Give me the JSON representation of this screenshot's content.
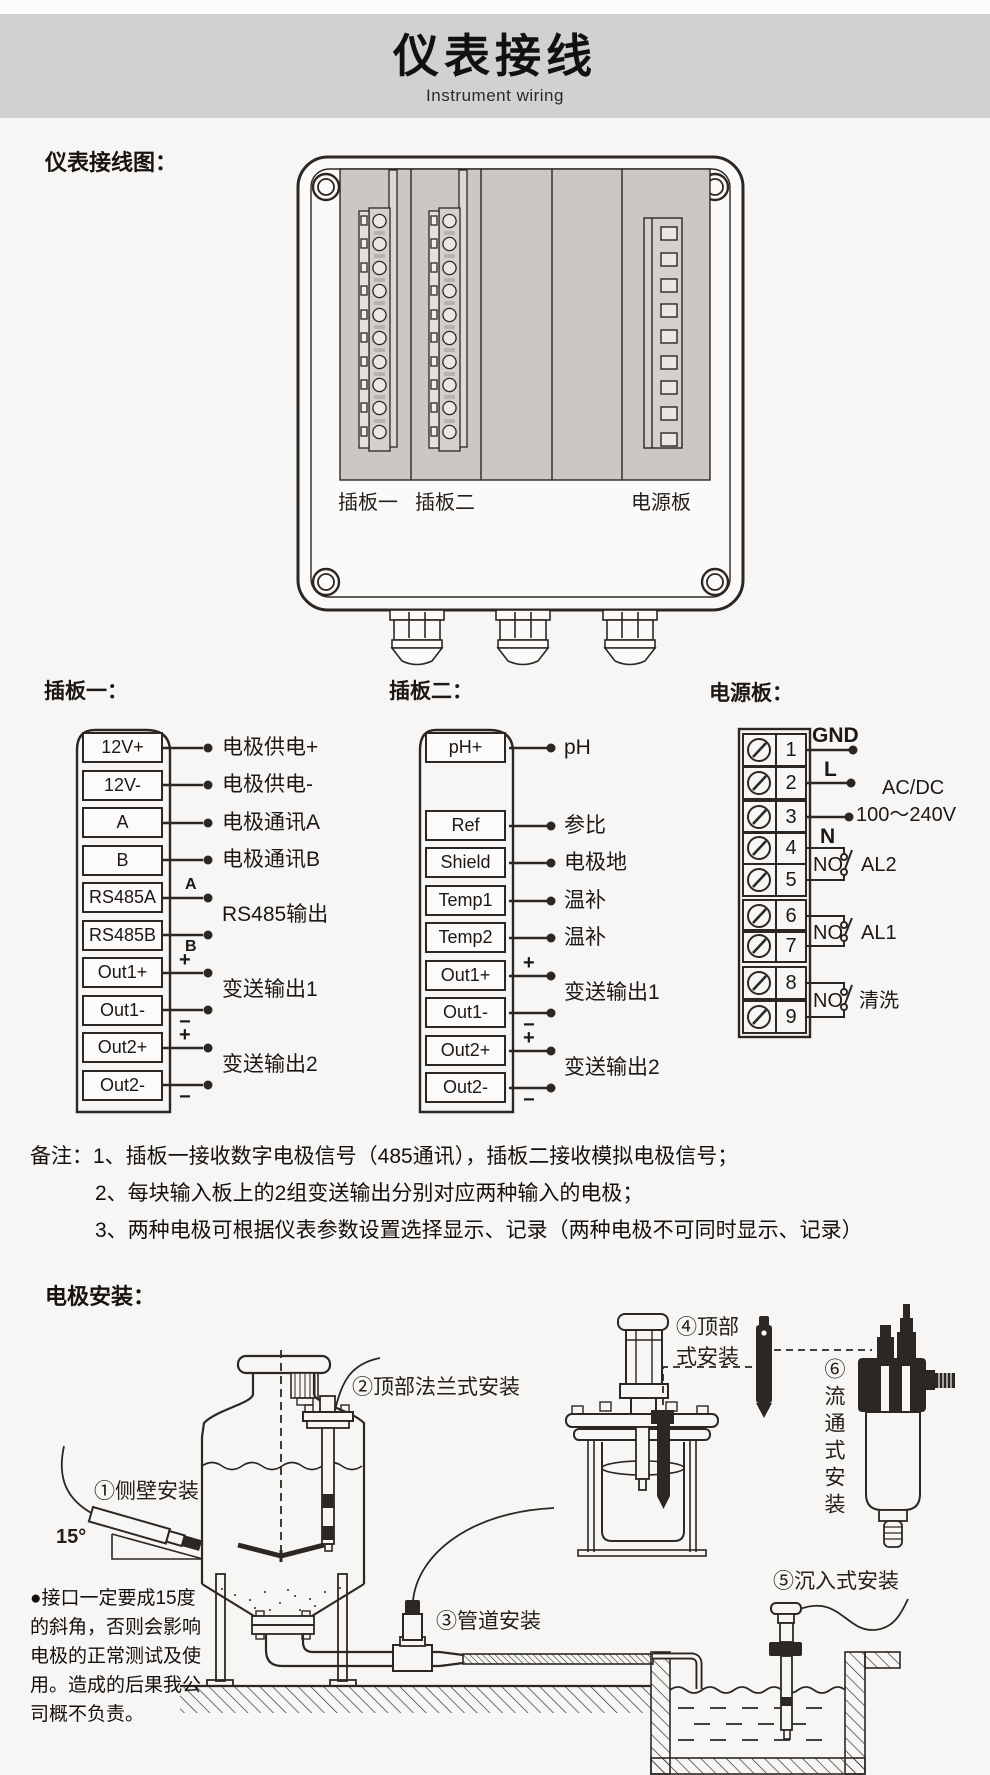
{
  "colors": {
    "ink": "#2b2724",
    "header_bg": "#d3d1cf",
    "page_bg": "#f7f6f4",
    "panel_gray": "#cac7c5"
  },
  "header": {
    "title": "仪表接线",
    "subtitle": "Instrument wiring"
  },
  "figure": {
    "heading": "仪表接线图：",
    "slot1": "插板一",
    "slot2": "插板二",
    "power": "电源板"
  },
  "board1": {
    "title": "插板一：",
    "terminals": [
      "12V+",
      "12V-",
      "A",
      "B",
      "RS485A",
      "RS485B",
      "Out1+",
      "Out1-",
      "Out2+",
      "Out2-"
    ],
    "wire_labels": [
      "电极供电+",
      "电极供电-",
      "电极通讯A",
      "电极通讯B"
    ],
    "rs485_a": "A",
    "rs485_b": "B",
    "rs485_label": "RS485输出",
    "out1_label": "变送输出1",
    "out2_label": "变送输出2",
    "plus": "+",
    "minus": "−"
  },
  "board2": {
    "title": "插板二：",
    "terminals": [
      "pH+",
      "Ref",
      "Shield",
      "Temp1",
      "Temp2",
      "Out1+",
      "Out1-",
      "Out2+",
      "Out2-"
    ],
    "wire_labels": [
      "pH",
      "参比",
      "电极地",
      "温补",
      "温补"
    ],
    "out1_label": "变送输出1",
    "out2_label": "变送输出2",
    "plus": "+",
    "minus": "−"
  },
  "power": {
    "title": "电源板：",
    "numbers": [
      "1",
      "2",
      "3",
      "4",
      "5",
      "6",
      "7",
      "8",
      "9"
    ],
    "gnd": "GND",
    "line": "L",
    "neutral": "N",
    "supply_line1": "AC/DC",
    "supply_line2": "100～240V",
    "no_label": "NO",
    "relay1": "AL2",
    "relay2": "AL1",
    "relay3": "清洗"
  },
  "notes": {
    "prefix": "备注：",
    "lines": [
      "1、插板一接收数字电极信号（485通讯），插板二接收模拟电极信号；",
      "2、每块输入板上的2组变送输出分别对应两种输入的电极；",
      "3、两种电极可根据仪表参数设置选择显示、记录（两种电极不可同时显示、记录）"
    ]
  },
  "install": {
    "heading": "电极安装：",
    "method1": "①侧壁安装",
    "method2": "②顶部法兰式安装",
    "method3": "③管道安装",
    "method4_line1": "④顶部",
    "method4_line2": "式安装",
    "method5": "⑤沉入式安装",
    "method6": "⑥流通式安装",
    "angle": "15°",
    "warning": "●接口一定要成15度的斜角，否则会影响电极的正常测试及使用。造成的后果我公司概不负责。"
  }
}
